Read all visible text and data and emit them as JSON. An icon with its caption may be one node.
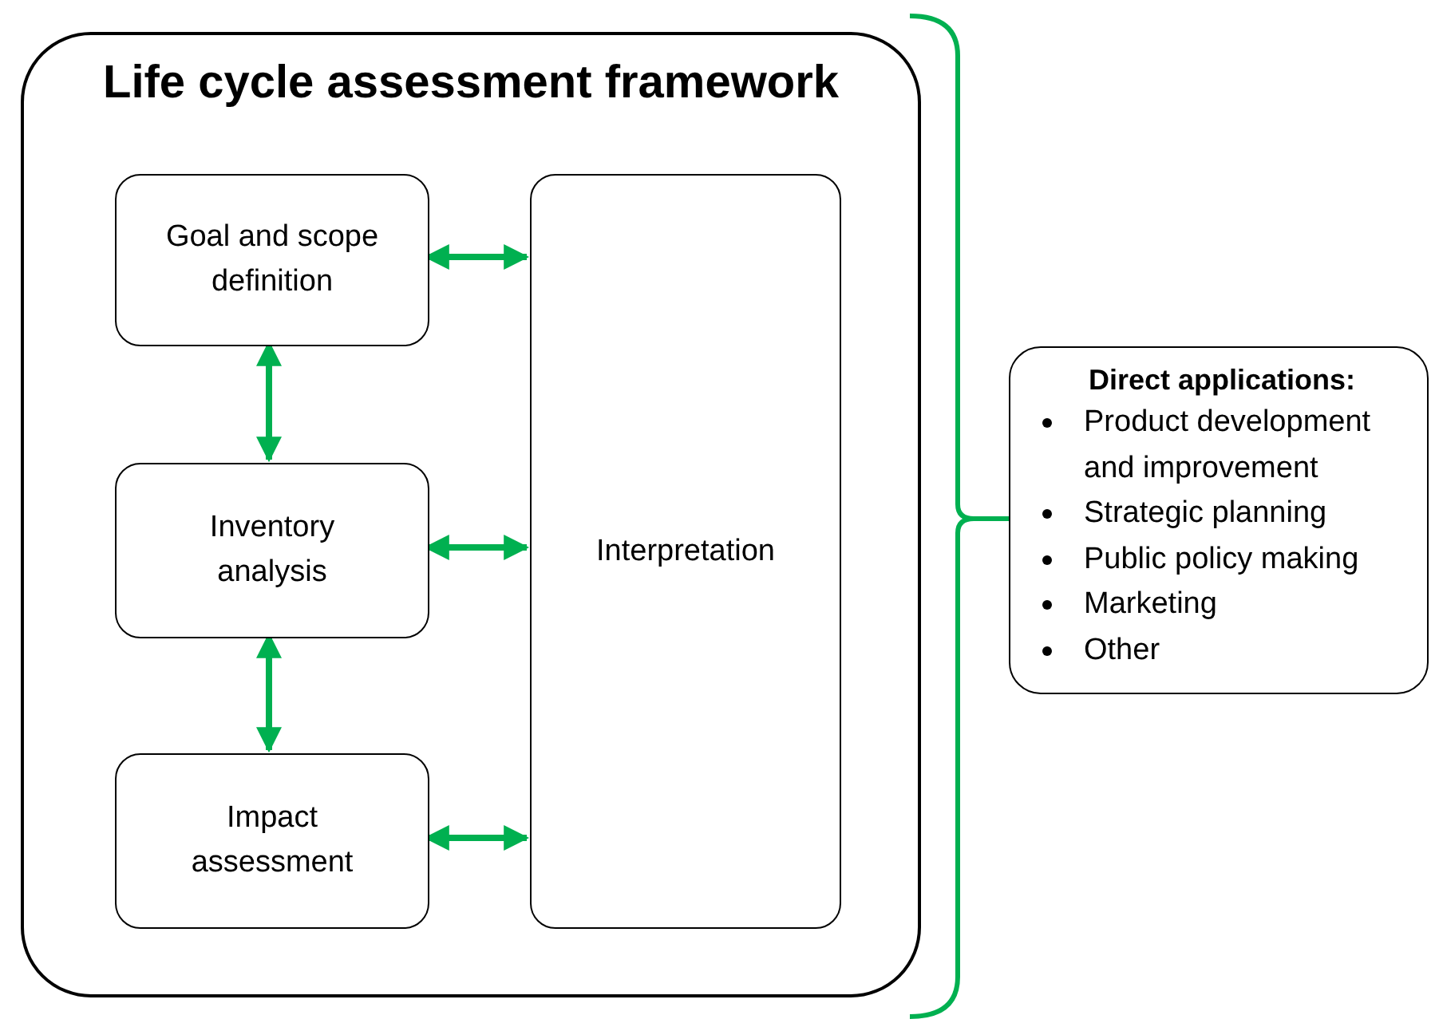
{
  "diagram": {
    "nodes": [
      {
        "text": [
          "Life cycle assessment framework"
        ]
      },
      {
        "text": [
          "Goal and scope definition"
        ],
        "in": 0
      },
      {
        "text": [
          "Inventory analysis"
        ],
        "in": 0
      },
      {
        "text": [
          "Impact assessment"
        ],
        "in": 0
      },
      {
        "text": [
          "Interpretation"
        ],
        "in": 0
      },
      {
        "text": [
          "Direct applications:",
          "Product development and improvement",
          "Strategic planning",
          "Public policy making",
          "Marketing",
          "Other"
        ]
      }
    ],
    "edges": [
      {
        "from": 1,
        "to": 4,
        "arrow": "both"
      },
      {
        "from": 1,
        "to": 2,
        "arrow": "both"
      },
      {
        "from": 2,
        "to": 4,
        "arrow": "both"
      },
      {
        "from": 2,
        "to": 3,
        "arrow": "both"
      },
      {
        "from": 3,
        "to": 4,
        "arrow": "both"
      }
    ]
  }
}
